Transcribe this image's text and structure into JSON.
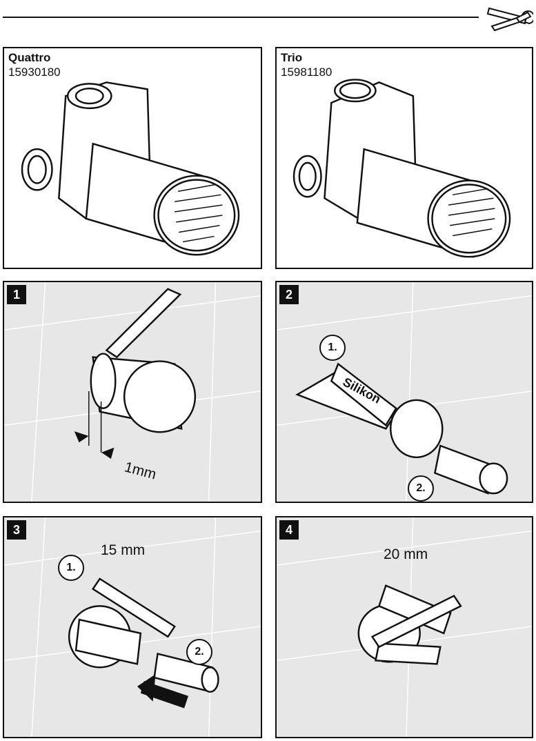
{
  "header": {
    "icon": "wrench-screwdriver-icon"
  },
  "products": [
    {
      "name": "Quattro",
      "code": "15930180"
    },
    {
      "name": "Trio",
      "code": "15981180"
    }
  ],
  "steps": [
    {
      "number": "1",
      "measurement": "1mm"
    },
    {
      "number": "2",
      "sealant_label": "Silikon",
      "substeps": [
        "1.",
        "2."
      ]
    },
    {
      "number": "3",
      "measurement": "15 mm",
      "substeps": [
        "1.",
        "2."
      ]
    },
    {
      "number": "4",
      "measurement": "20 mm"
    }
  ]
}
